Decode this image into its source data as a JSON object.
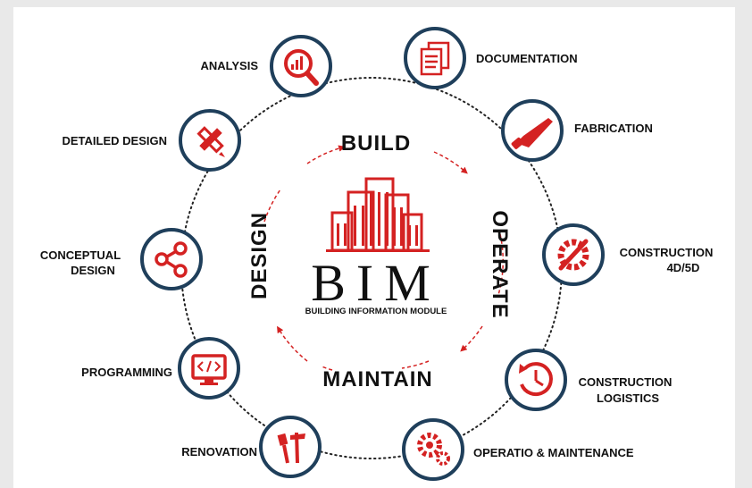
{
  "center": {
    "title": "BIM",
    "subtitle": "BUILDING INFORMATION MODULE"
  },
  "cycle": {
    "top": "BUILD",
    "right": "OPERATE",
    "bottom": "MAINTAIN",
    "left": "DESIGN"
  },
  "nodes": [
    {
      "icon": "analysis-icon",
      "label": [
        "ANALYSIS"
      ]
    },
    {
      "icon": "documentation-icon",
      "label": [
        "DOCUMENTATION"
      ]
    },
    {
      "icon": "saw-icon",
      "label": [
        "FABRICATION"
      ]
    },
    {
      "icon": "gear-wrench-icon",
      "label": [
        "CONSTRUCTION",
        "4D/5D"
      ]
    },
    {
      "icon": "clock-icon",
      "label": [
        "CONSTRUCTION",
        "LOGISTICS"
      ]
    },
    {
      "icon": "gears-icon",
      "label": [
        "OPERATIO & MAINTENANCE"
      ]
    },
    {
      "icon": "tools-icon",
      "label": [
        "RENOVATION"
      ]
    },
    {
      "icon": "code-monitor-icon",
      "label": [
        "PROGRAMMING"
      ]
    },
    {
      "icon": "share-icon",
      "label": [
        "CONCEPTUAL",
        "DESIGN"
      ]
    },
    {
      "icon": "pencil-ruler-icon",
      "label": [
        "DETAILED DESIGN"
      ]
    }
  ],
  "colors": {
    "accent": "#d42222",
    "ring": "#1f3f5b",
    "text": "#111111"
  }
}
